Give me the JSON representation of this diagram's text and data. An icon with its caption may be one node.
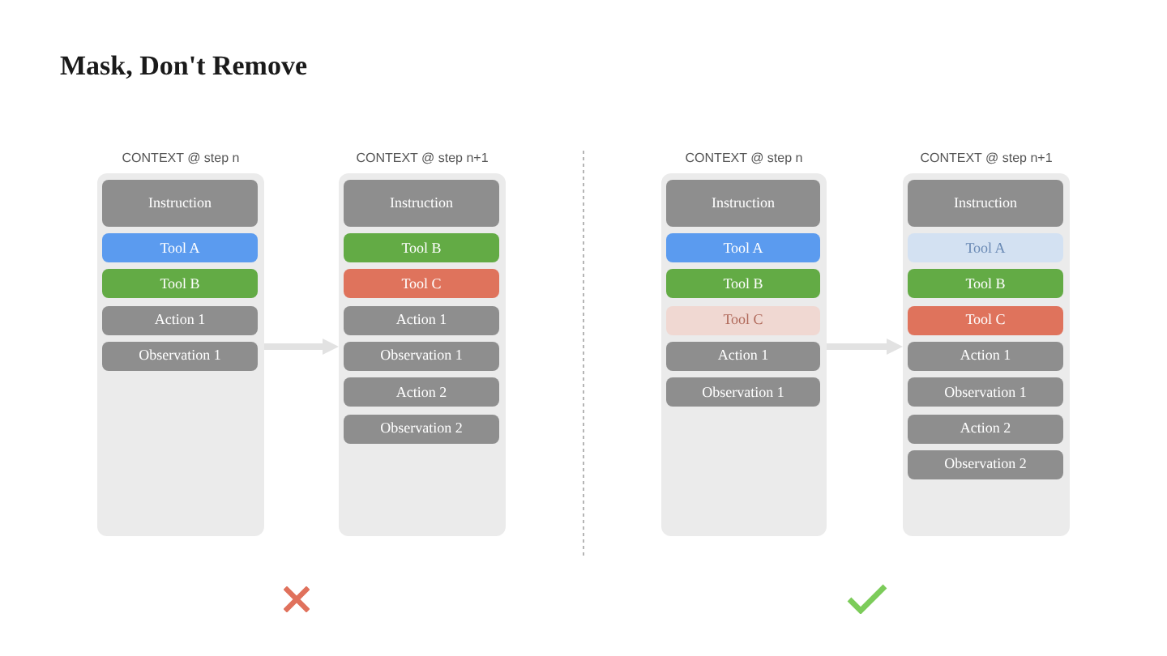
{
  "diagram": {
    "title": "Mask, Don't Remove",
    "nodes": [
      {
        "text": [
          "CONTEXT @ step n"
        ]
      },
      {
        "text": [
          "Instruction"
        ],
        "in": 0
      },
      {
        "text": [
          "Tool A"
        ],
        "in": 0
      },
      {
        "text": [
          "Tool B"
        ],
        "in": 0
      },
      {
        "text": [
          "Action 1"
        ],
        "in": 0
      },
      {
        "text": [
          "Observation 1"
        ],
        "in": 0
      },
      {
        "text": [
          "CONTEXT @ step n+1"
        ]
      },
      {
        "text": [
          "Instruction"
        ],
        "in": 6
      },
      {
        "text": [
          "Tool B"
        ],
        "in": 6
      },
      {
        "text": [
          "Tool C"
        ],
        "in": 6
      },
      {
        "text": [
          "Action 1"
        ],
        "in": 6
      },
      {
        "text": [
          "Observation 1"
        ],
        "in": 6
      },
      {
        "text": [
          "Action 2"
        ],
        "in": 6
      },
      {
        "text": [
          "Observation 2"
        ],
        "in": 6
      },
      {
        "text": [
          "CONTEXT @ step n"
        ]
      },
      {
        "text": [
          "Instruction"
        ],
        "in": 14
      },
      {
        "text": [
          "Tool A"
        ],
        "in": 14
      },
      {
        "text": [
          "Tool B"
        ],
        "in": 14
      },
      {
        "text": [
          "Tool C"
        ],
        "in": 14
      },
      {
        "text": [
          "Action 1"
        ],
        "in": 14
      },
      {
        "text": [
          "Observation 1"
        ],
        "in": 14
      },
      {
        "text": [
          "CONTEXT @ step n+1"
        ]
      },
      {
        "text": [
          "Instruction"
        ],
        "in": 21
      },
      {
        "text": [
          "Tool A"
        ],
        "in": 21
      },
      {
        "text": [
          "Tool B"
        ],
        "in": 21
      },
      {
        "text": [
          "Tool C"
        ],
        "in": 21
      },
      {
        "text": [
          "Action 1"
        ],
        "in": 21
      },
      {
        "text": [
          "Observation 1"
        ],
        "in": 21
      },
      {
        "text": [
          "Action 2"
        ],
        "in": 21
      },
      {
        "text": [
          "Observation 2"
        ],
        "in": 21
      }
    ],
    "edges": [
      {
        "from": 0,
        "to": 6,
        "arrow": "to"
      },
      {
        "from": 14,
        "to": 21,
        "arrow": "to"
      }
    ]
  }
}
